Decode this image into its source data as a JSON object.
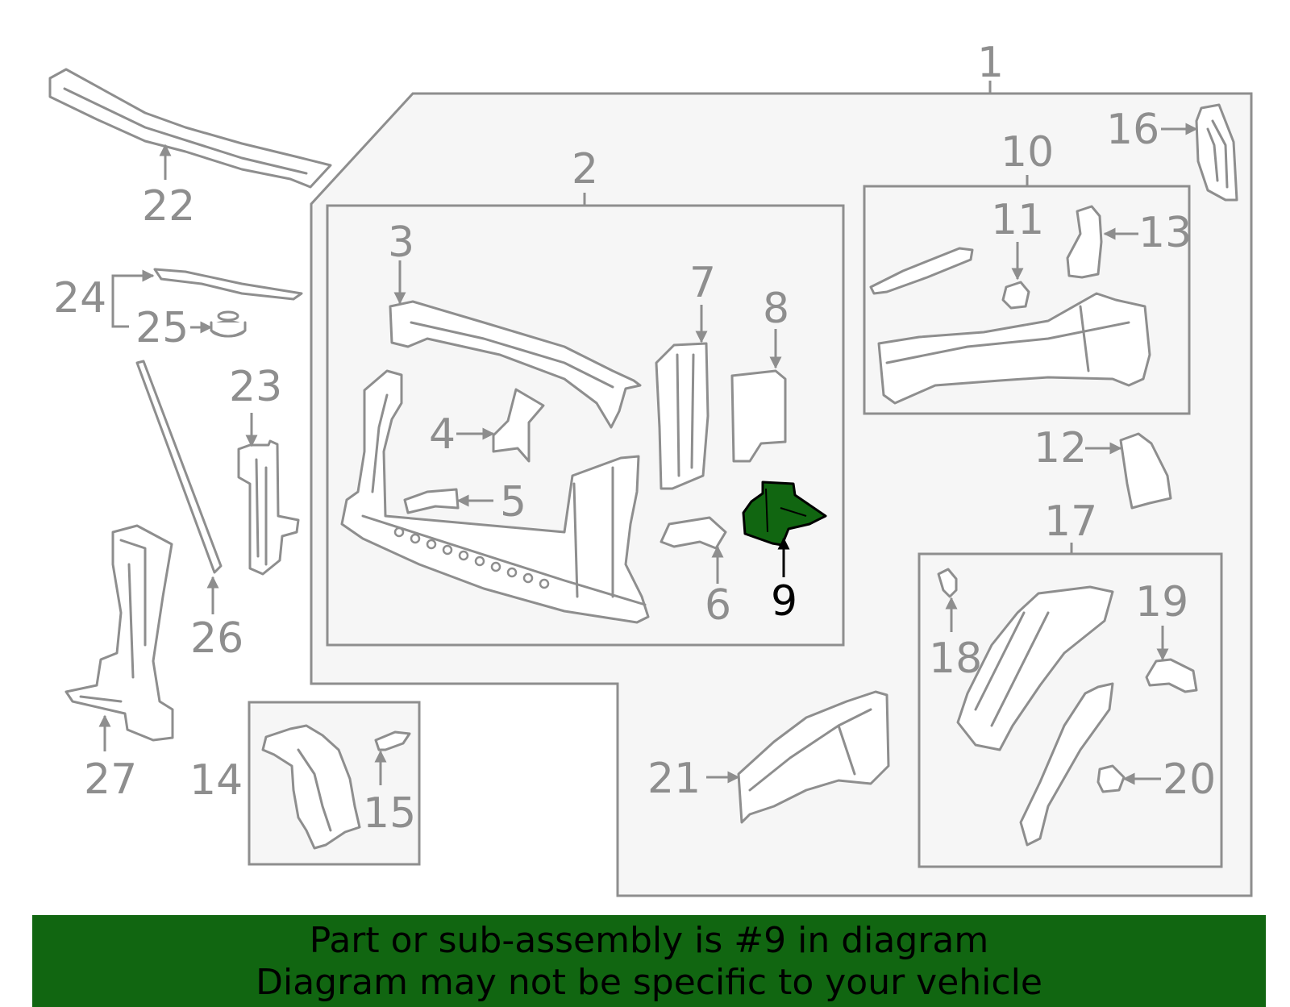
{
  "callouts": {
    "c1": "1",
    "c2": "2",
    "c3": "3",
    "c4": "4",
    "c5": "5",
    "c6": "6",
    "c7": "7",
    "c8": "8",
    "c9": "9",
    "c10": "10",
    "c11": "11",
    "c12": "12",
    "c13": "13",
    "c14": "14",
    "c15": "15",
    "c16": "16",
    "c17": "17",
    "c18": "18",
    "c19": "19",
    "c20": "20",
    "c21": "21",
    "c22": "22",
    "c23": "23",
    "c24": "24",
    "c25": "25",
    "c26": "26",
    "c27": "27"
  },
  "highlighted_part": "9",
  "colors": {
    "highlight": "#116611",
    "line": "#8e8e8e",
    "group_fill": "#f6f6f6"
  },
  "banner": {
    "line1": "Part or sub-assembly is #9 in diagram",
    "line2": "Diagram may not be specific to your vehicle"
  }
}
